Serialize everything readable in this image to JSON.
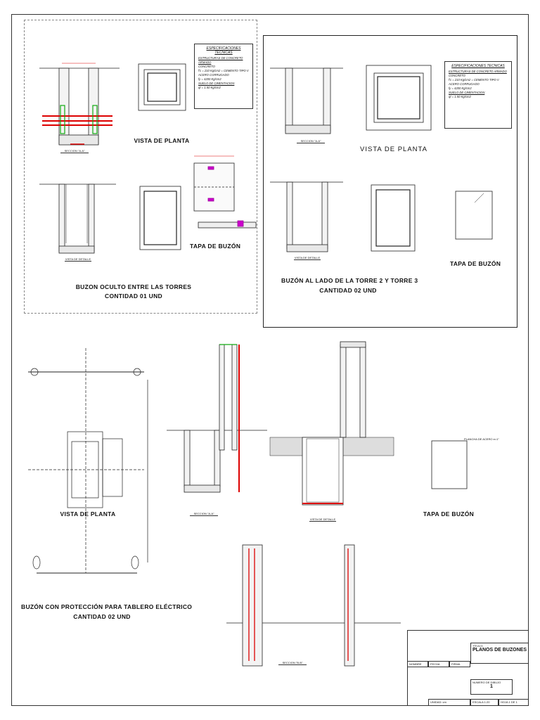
{
  "panel_a": {
    "title_line1": "BUZON OCULTO ENTRE LAS TORRES",
    "title_line2": "CONTIDAD 01 UND",
    "plan_label": "VISTA DE PLANTA",
    "cover_label": "TAPA DE BUZÓN",
    "caption_detail": "VISTA DE DETALLE",
    "caption_section": "SECCION \"A-A\""
  },
  "panel_b": {
    "title_line1": "BUZÓN AL LADO DE LA TORRE 2 Y TORRE 3",
    "title_line2": "CANTIDAD 02 UND",
    "plan_label": "VISTA DE PLANTA",
    "cover_label": "TAPA DE BUZÓN",
    "caption_detail": "VISTA DE DETALLE",
    "caption_section": "SECCION \"A-A\""
  },
  "spec": {
    "heading": "ESPECIFICACIONES TECNICAS",
    "sub1": "ESTRUCTURAS DE CONCRETO ARMADO",
    "item1": "CONCRETO",
    "item1_detail": "f'c = 210 Kg/cm2 = CEMENTO TIPO V",
    "item2": "ACERO CORRUGADO",
    "item2_detail": "fy = 4200 Kg/cm2",
    "sub2": "SUELO DE CIMENTACION",
    "item3_detail": "qt = 1.50 Kg/cm2"
  },
  "panel_c": {
    "plan_label": "VISTA DE PLANTA",
    "title_line1": "BUZÓN CON PROTECCIÓN PARA TABLERO ELÉCTRICO",
    "title_line2": "CANTIDAD 02 UND",
    "cover_label": "TAPA DE BUZÓN",
    "caption_detail": "VISTA DE DETALLE",
    "caption_section": "SECCION \"A-A\"",
    "caption_section2": "SECCION \"B-B\"",
    "plate_label": "PLANCHA DE ACERO e=1\""
  },
  "title_block": {
    "titulo_label": "TÍTULO:",
    "titulo": "PLANOS DE BUZONES",
    "nombre": "NOMBRE",
    "fecha": "FECHA",
    "firma": "FIRMA",
    "numero_label": "NUMERO DE DIBUJO",
    "numero": "1",
    "unidad": "UNIDAD: cm",
    "escala": "ESCALA 1:20",
    "hoja": "HOJA 1 DE 1"
  }
}
